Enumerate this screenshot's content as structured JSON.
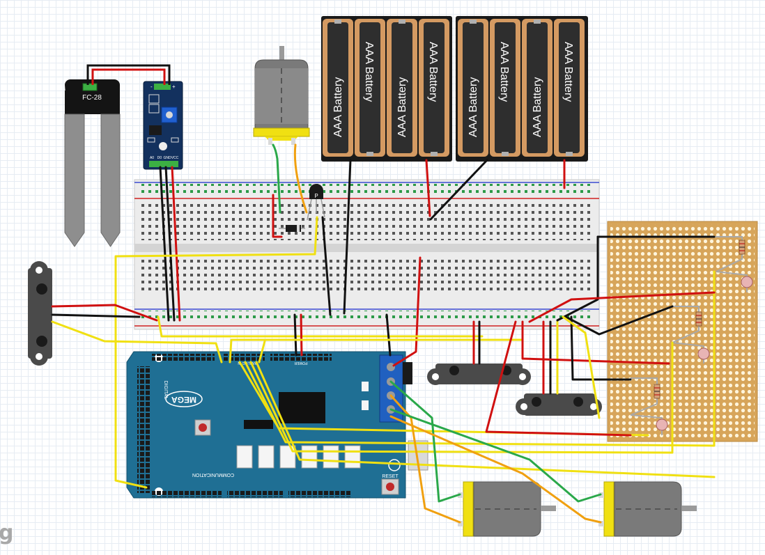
{
  "sensor": {
    "probe_label": "FC-28",
    "module_pins": [
      "A0",
      "D0",
      "GND",
      "VCC"
    ]
  },
  "battery_label": "AAA Battery",
  "arduino": {
    "logo": "MEGA",
    "reset_label": "RESET",
    "power_header_label": "POWER",
    "communication_label": "COMMUNICATION",
    "analog_label": "ANALOG IN",
    "digital_label": "DIGITAL"
  },
  "watermark": "g",
  "colors": {
    "board_blue": "#1f6f94",
    "wire_red": "#d01010",
    "wire_black": "#111111",
    "wire_yellow": "#f0e012",
    "wire_green": "#2aa84a",
    "wire_orange": "#f0a010",
    "breadboard": "#ececec",
    "perfboard": "#d7a55a"
  }
}
